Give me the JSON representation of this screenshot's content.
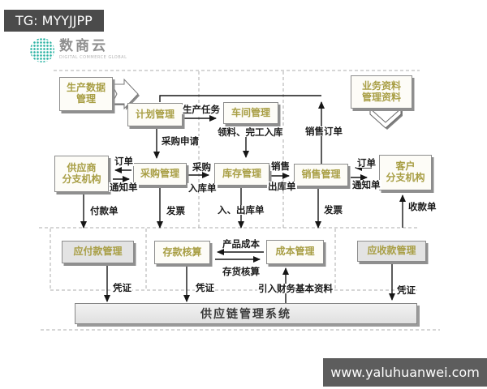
{
  "badge": {
    "text": "TG: MYYJJPP"
  },
  "logo": {
    "name": "数商云",
    "subtext": "DIGITAL COMMERCE GLOBAL"
  },
  "watermark": {
    "text": "www.yaluhuanwei.com"
  },
  "colors": {
    "box_text": "#a89e44",
    "badge_bg": "#4b4b4b",
    "watermark_bg": "#5d5d5d",
    "logo_teal": "#2ab3a3",
    "box_shadow": "#8f8f8f"
  },
  "diagram": {
    "boxes": {
      "production_data": "生产数据\n管理",
      "plan": "计划管理",
      "workshop": "车间管理",
      "business_data": "业务资料\n管理资料",
      "supplier": "供应商\n分支机构",
      "purchase": "采购管理",
      "inventory": "库存管理",
      "sales": "销售管理",
      "customer": "客户\n分支机构",
      "payable": "应付款管理",
      "inventory_accounting": "存款核算",
      "cost": "成本管理",
      "receivable": "应收款管理",
      "scm_system": "供应链管理系统"
    },
    "edge_labels": {
      "production_task": "生产任务",
      "sales_order": "销售订单",
      "purchase_request": "采购申请",
      "material_completion": "领料、完工入库",
      "order_left": "订单",
      "notice_left": "通知单",
      "purchase_flow": "采购",
      "inbound_doc": "入库单",
      "sales_flow": "销售",
      "outbound_doc": "出库单",
      "order_right": "订单",
      "notice_right": "通知单",
      "payment_doc": "付款单",
      "invoice_left": "发票",
      "in_out_doc": "入、出库单",
      "invoice_right": "发票",
      "receipt_doc": "收款单",
      "product_cost": "产品成本",
      "inventory_calc": "存货核算",
      "voucher_1": "凭证",
      "voucher_2": "凭证",
      "voucher_3": "凭证",
      "financial_data": "引入财务基本资料"
    }
  }
}
